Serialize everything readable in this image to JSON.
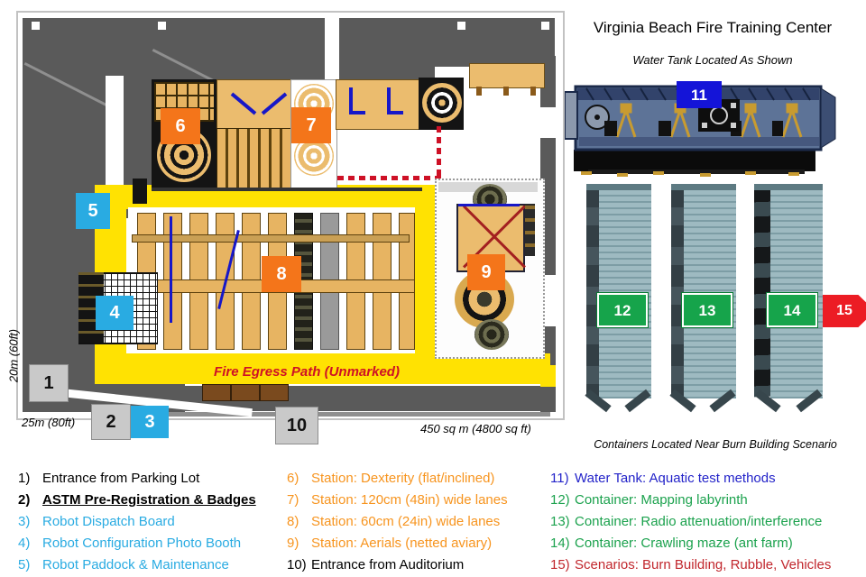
{
  "title": "Virginia Beach Fire Training Center",
  "right_panel": {
    "water_tank_caption": "Water Tank Located As Shown",
    "containers_caption": "Containers Located Near Burn Building Scenario"
  },
  "floor_plan": {
    "egress_label": "Fire Egress Path (Unmarked)",
    "dim_width": "25m (80ft)",
    "dim_height": "20m (60ft)",
    "dim_area": "450 sq m (4800 sq ft)",
    "markers": {
      "m1": {
        "label": "1"
      },
      "m2": {
        "label": "2"
      },
      "m3": {
        "label": "3"
      },
      "m4": {
        "label": "4"
      },
      "m5": {
        "label": "5"
      },
      "m6": {
        "label": "6"
      },
      "m7": {
        "label": "7"
      },
      "m8": {
        "label": "8"
      },
      "m9": {
        "label": "9"
      },
      "m10": {
        "label": "10"
      },
      "m11": {
        "label": "11"
      },
      "m12": {
        "label": "12"
      },
      "m13": {
        "label": "13"
      },
      "m14": {
        "label": "14"
      },
      "m15": {
        "label": "15"
      }
    }
  },
  "legend": {
    "col1": {
      "items": [
        {
          "num": "1)",
          "label": "Entrance from Parking Lot",
          "color": "#000000"
        },
        {
          "num": "2)",
          "label": "ASTM Pre-Registration & Badges",
          "color": "#000000"
        },
        {
          "num": "3)",
          "label": "Robot Dispatch Board",
          "color": "#29abe2"
        },
        {
          "num": "4)",
          "label": "Robot Configuration Photo Booth",
          "color": "#29abe2"
        },
        {
          "num": "5)",
          "label": "Robot Paddock & Maintenance",
          "color": "#29abe2"
        }
      ]
    },
    "col2": {
      "items": [
        {
          "num": "6)",
          "label": "Station: Dexterity (flat/inclined)",
          "color": "#f7941e"
        },
        {
          "num": "7)",
          "label": "Station: 120cm (48in) wide lanes",
          "color": "#f7941e"
        },
        {
          "num": "8)",
          "label": "Station: 60cm (24in) wide lanes",
          "color": "#f7941e"
        },
        {
          "num": "9)",
          "label": "Station: Aerials (netted aviary)",
          "color": "#f7941e"
        },
        {
          "num": "10)",
          "label": "Entrance from Auditorium",
          "color": "#000000"
        }
      ]
    },
    "col3": {
      "items": [
        {
          "num": "11)",
          "label": "Water Tank: Aquatic test methods",
          "color": "#2323c9"
        },
        {
          "num": "12)",
          "label": "Container: Mapping labyrinth",
          "color": "#1ca24e"
        },
        {
          "num": "13)",
          "label": "Container: Radio attenuation/interference",
          "color": "#1ca24e"
        },
        {
          "num": "14)",
          "label": "Container: Crawling maze (ant farm)",
          "color": "#1ca24e"
        },
        {
          "num": "15)",
          "label": "Scenarios: Burn Building, Rubble, Vehicles",
          "color": "#c1272d"
        }
      ]
    }
  },
  "colors": {
    "wall_gray": "#5a5a5a",
    "egress_yellow": "#ffe202",
    "station_tan": "#ebbc6e",
    "marker_orange": "#f4751a",
    "marker_cyan": "#29abe2",
    "marker_gray": "#c9c9c9",
    "marker_blue": "#1414d8",
    "marker_green": "#16a44b",
    "marker_red": "#ec1c24",
    "dashed_path_red": "#ce1126"
  }
}
